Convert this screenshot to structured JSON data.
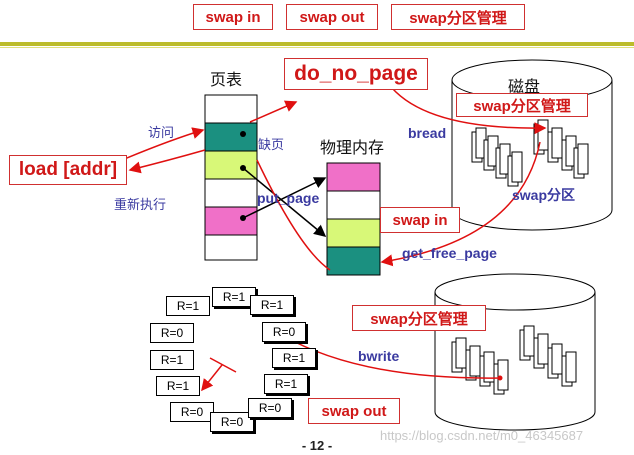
{
  "top_buttons": [
    "swap in",
    "swap out",
    "swap分区管理"
  ],
  "page_table_title": "页表",
  "phys_mem_title": "物理内存",
  "disk_title": "磁盘",
  "do_no_page": "do_no_page",
  "load_instr": "load [addr]",
  "labels": {
    "visit": "访问",
    "page_fault": "缺页",
    "re_execute": "重新执行",
    "put_page": "put_page",
    "bread": "bread",
    "get_free_page": "get_free_page",
    "swap_partition": "swap分区",
    "bwrite": "bwrite"
  },
  "swap_mgmt_box_1": "swap分区管理",
  "swap_mgmt_box_2": "swap分区管理",
  "swap_in_box": "swap in",
  "swap_out_box": "swap out",
  "clock_ring": [
    "R=1",
    "R=1",
    "R=0",
    "R=1",
    "R=1",
    "R=1",
    "R=0",
    "R=1",
    "R=0",
    "R=0",
    "R=0",
    "R=1"
  ],
  "page_number": "- 12 -",
  "watermark": "https://blog.csdn.net/m0_46345687",
  "colors": {
    "red": "#e01010",
    "teal": "#1b9080",
    "green": "#d8f878",
    "magenta": "#f070c8",
    "olive_rule": "#bcbc2a"
  }
}
